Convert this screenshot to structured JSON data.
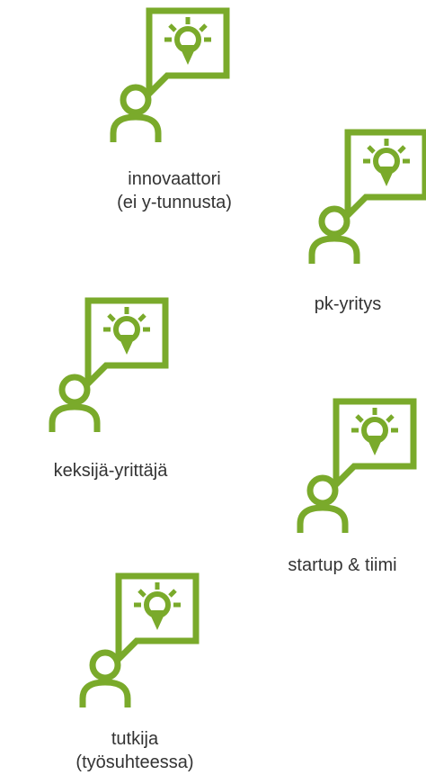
{
  "theme": {
    "icon_color": "#7aaa2b",
    "text_color": "#333333"
  },
  "personas": [
    {
      "id": "innovaattori",
      "icon": "person-with-idea-lightbulb-icon",
      "label_lines": [
        "innovaattori",
        "(ei y-tunnusta)"
      ]
    },
    {
      "id": "pk-yritys",
      "icon": "person-with-idea-lightbulb-icon",
      "label_lines": [
        "pk-yritys"
      ]
    },
    {
      "id": "keksija-yrittaja",
      "icon": "person-with-idea-lightbulb-icon",
      "label_lines": [
        "keksijä-yrittäjä"
      ]
    },
    {
      "id": "startup-tiimi",
      "icon": "person-with-idea-lightbulb-icon",
      "label_lines": [
        "startup & tiimi"
      ]
    },
    {
      "id": "tutkija",
      "icon": "person-with-idea-lightbulb-icon",
      "label_lines": [
        "tutkija",
        "(työsuhteessa)"
      ]
    }
  ]
}
